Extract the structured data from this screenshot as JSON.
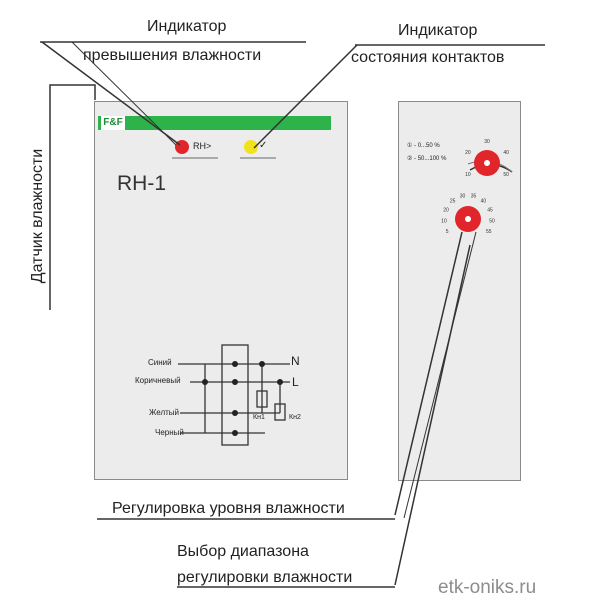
{
  "labels": {
    "humidity_indicator_l1": "Индикатор",
    "humidity_indicator_l2": "превышения влажности",
    "contact_indicator_l1": "Индикатор",
    "contact_indicator_l2": "состояния контактов",
    "sensor": "Датчик влажности",
    "level_adjust": "Регулировка уровня  влажности",
    "range_select_l1": "Выбор диапазона",
    "range_select_l2": "регулировки влажности"
  },
  "device": {
    "logo": "F&F",
    "model": "RH-1",
    "led_rh_label": "RH>",
    "led_state_label": "✓",
    "led_rh_color": "#e0262b",
    "led_state_color": "#f2e21c",
    "stripe_color": "#2db34a"
  },
  "wiring": {
    "wire_blue": "Синий",
    "wire_brown": "Коричневый",
    "wire_yellow": "Желтый",
    "wire_black": "Черный",
    "terminal_n": "N",
    "terminal_l": "L",
    "contact_1": "Кн1",
    "contact_2": "Кн2"
  },
  "side_panel": {
    "range_1": "① - 0...50 %",
    "range_2": "② - 50...100 %",
    "knob_color": "#e0262b",
    "upper_scale": [
      "10",
      "20",
      "30",
      "40",
      "50"
    ],
    "lower_scale": [
      "5",
      "10",
      "20",
      "25",
      "30",
      "35",
      "40",
      "45",
      "50",
      "55"
    ]
  },
  "watermark": "etk-oniks.ru"
}
